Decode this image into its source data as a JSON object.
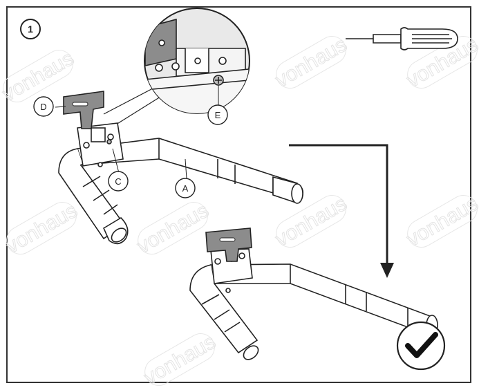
{
  "step_number": "1",
  "callouts": {
    "A": "A",
    "C": "C",
    "D": "D",
    "E": "E"
  },
  "watermark": "vonhaus",
  "icons": {
    "tool": "screwdriver-icon",
    "direction": "arrow-down-icon",
    "done": "checkmark-icon"
  },
  "colors": {
    "line": "#222222",
    "plate": "#8c8c8c",
    "zoom_fill": "#e9e9e9",
    "watermark": "#e4e4e4"
  }
}
